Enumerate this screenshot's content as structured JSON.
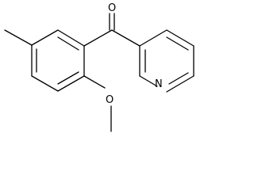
{
  "structure": {
    "atoms": {
      "oxygen_carbonyl": "O",
      "oxygen_methoxy": "O",
      "nitrogen_pyridine": "N"
    }
  }
}
